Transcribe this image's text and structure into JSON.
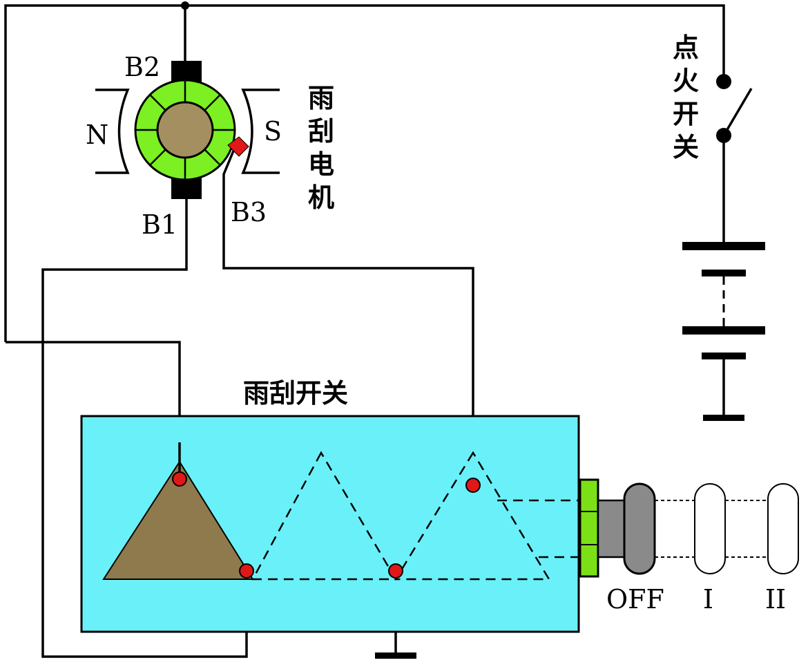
{
  "labels": {
    "b2": "B2",
    "b1": "B1",
    "b3": "B3",
    "n": "N",
    "s": "S",
    "motor_title": [
      "雨",
      "刮",
      "电",
      "机"
    ],
    "ignition_title": [
      "点",
      "火",
      "开",
      "关"
    ],
    "switch_title": "雨刮开关",
    "pos_off": "OFF",
    "pos_1": "I",
    "pos_2": "II"
  },
  "colors": {
    "switch_box": "#6af0f8",
    "armature_green": "#7cf022",
    "armature_core": "#a48f60",
    "contact_plate": "#8f7a4d",
    "contact_red": "#e01818",
    "knob_green": "#7ce016",
    "knob_gray": "#8a8a8a"
  }
}
